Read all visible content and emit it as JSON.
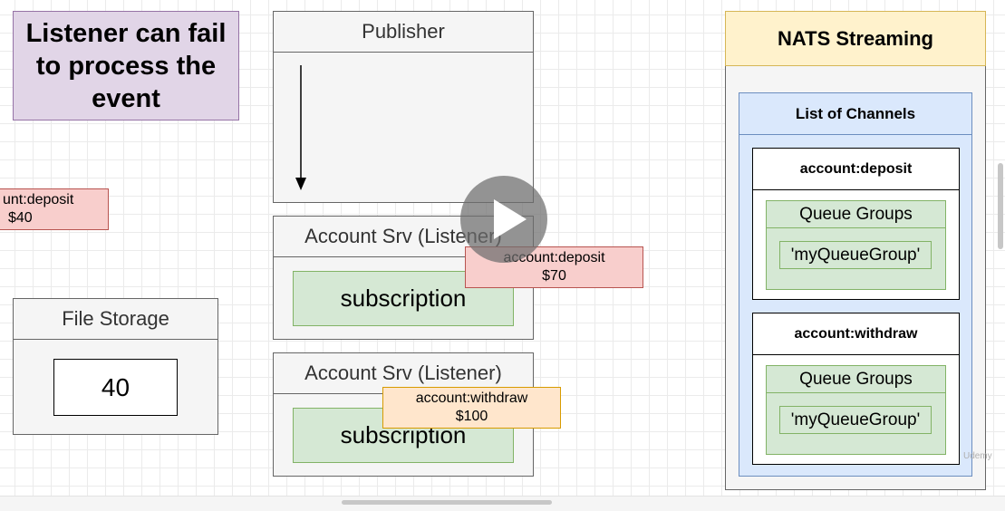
{
  "title": "Listener can fail to process the event",
  "incoming_event": {
    "name": "unt:deposit",
    "amount": "$40"
  },
  "file_storage": {
    "label": "File Storage",
    "value": "40"
  },
  "publisher": {
    "label": "Publisher"
  },
  "listener_1": {
    "label": "Account Srv (Listener)",
    "subscription": "subscription"
  },
  "listener_2": {
    "label": "Account Srv (Listener)",
    "subscription": "subscription"
  },
  "event_deposit": {
    "name": "account:deposit",
    "amount": "$70"
  },
  "event_withdraw": {
    "name": "account:withdraw",
    "amount": "$100"
  },
  "nats": {
    "title": "NATS Streaming",
    "list_title": "List of Channels",
    "channels": [
      {
        "name": "account:deposit",
        "queue_groups_label": "Queue Groups",
        "queue_group": "'myQueueGroup'"
      },
      {
        "name": "account:withdraw",
        "queue_groups_label": "Queue Groups",
        "queue_group": "'myQueueGroup'"
      }
    ]
  },
  "watermark": "Udemy",
  "colors": {
    "title_fill": "#e1d5e7",
    "event_red": "#f8cecc",
    "event_orange": "#ffe6cc",
    "subscription_green": "#d5e8d4",
    "nats_header": "#fff2cc",
    "channel_list_blue": "#dae8fc"
  },
  "icons": [
    "arrow-down-icon",
    "play-icon"
  ]
}
